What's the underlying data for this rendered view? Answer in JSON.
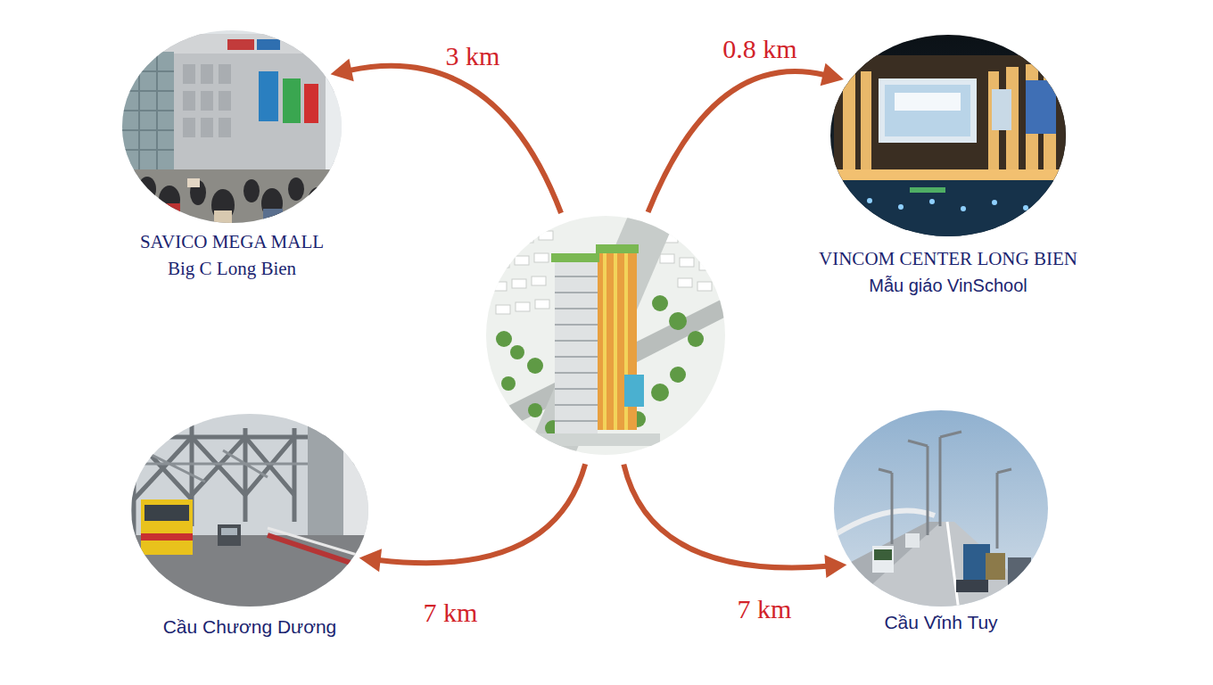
{
  "diagram": {
    "nodes": [
      {
        "text": [
          "SAVICO MEGA MALL",
          "Big C Long Bien"
        ]
      },
      {
        "text": [
          "VINCOM CENTER LONG BIEN",
          "Mẫu giáo VinSchool"
        ]
      },
      {
        "text": []
      },
      {
        "text": [
          "Cầu Chương Dương"
        ]
      },
      {
        "text": [
          "Cầu Vĩnh Tuy"
        ]
      }
    ],
    "edges": [
      {
        "from": 2,
        "to": 0,
        "arrow": "to",
        "label": "3 km"
      },
      {
        "from": 2,
        "to": 1,
        "arrow": "to",
        "label": "0.8 km"
      },
      {
        "from": 2,
        "to": 3,
        "arrow": "to",
        "label": "7 km"
      },
      {
        "from": 2,
        "to": 4,
        "arrow": "to",
        "label": "7 km"
      }
    ]
  }
}
